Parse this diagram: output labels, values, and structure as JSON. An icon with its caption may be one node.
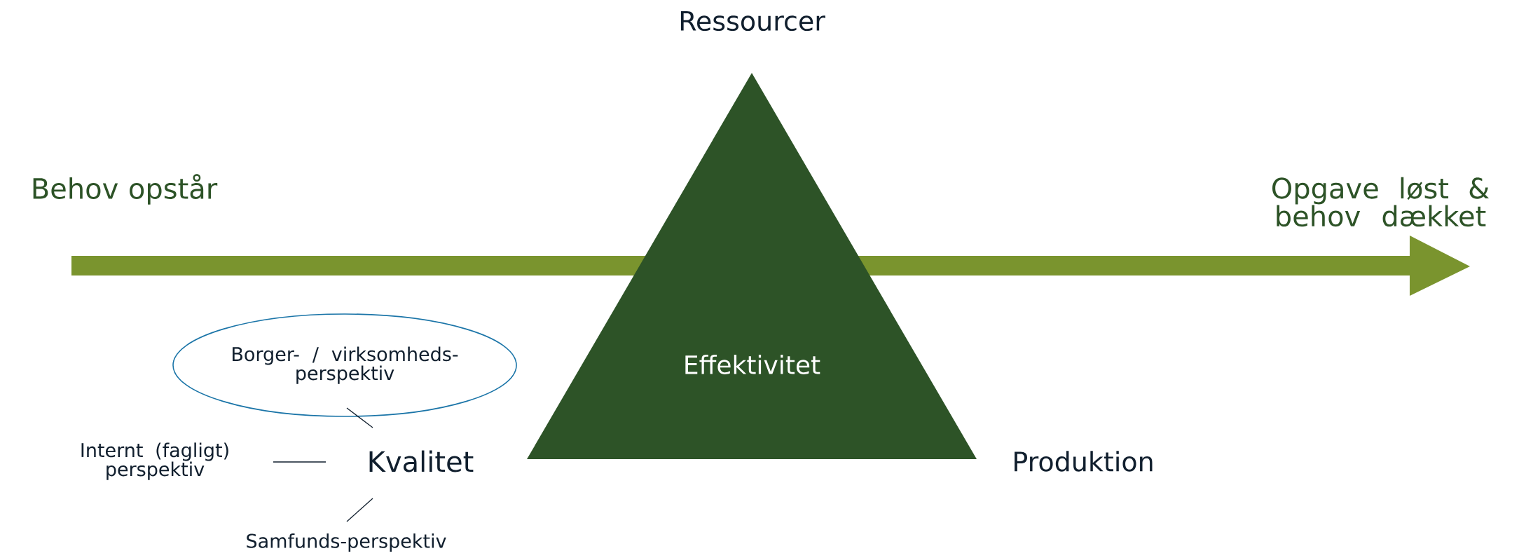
{
  "diagram": {
    "nodes": [
      {
        "text": [
          "Effektivitet"
        ],
        "beside": [
          "Ressourcer",
          "Produktion"
        ]
      },
      {
        "text": [
          "Borger- / virksomheds- perspektiv"
        ]
      },
      {
        "text": [
          "Kvalitet"
        ]
      },
      {
        "text": [
          "Internt (fagligt) perspektiv"
        ]
      },
      {
        "text": [
          "Samfunds-perspektiv"
        ]
      }
    ],
    "edges": [
      {
        "from": 1,
        "to": 2,
        "arrow": "none"
      },
      {
        "from": 3,
        "to": 2,
        "arrow": "none"
      },
      {
        "from": 4,
        "to": 2,
        "arrow": "none"
      }
    ],
    "labels": [
      "Behov opstår",
      "Opgave løst & behov dækket"
    ]
  }
}
